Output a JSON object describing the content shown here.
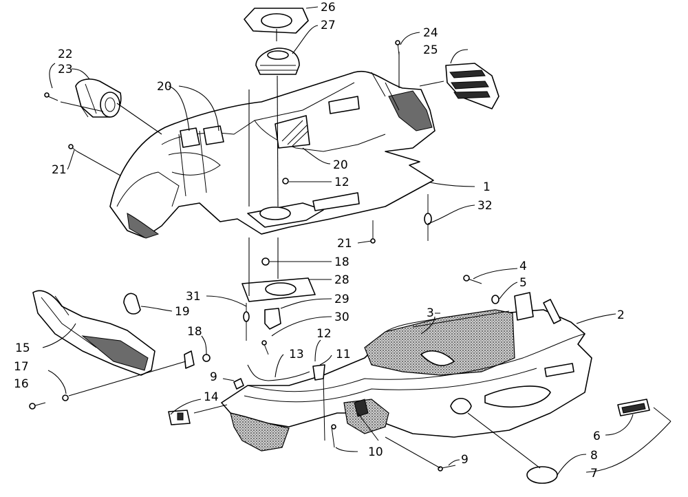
{
  "callouts": [
    "1",
    "2",
    "3",
    "4",
    "5",
    "6",
    "7",
    "8",
    "9",
    "9",
    "10",
    "11",
    "12",
    "12",
    "13",
    "14",
    "15",
    "16",
    "17",
    "18",
    "18",
    "19",
    "20",
    "20",
    "21",
    "21",
    "22",
    "23",
    "24",
    "25",
    "26",
    "27",
    "28",
    "29",
    "30",
    "31",
    "32"
  ]
}
